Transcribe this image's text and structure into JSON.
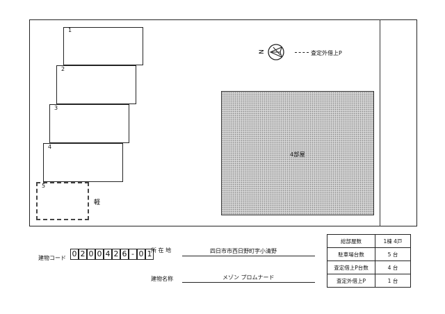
{
  "map": {
    "spaces": [
      "1",
      "2",
      "3",
      "4",
      "5"
    ],
    "light_car_label": "軽",
    "building_label": "4部屋",
    "compass_letter": "N",
    "legend_text": "査定外借上P"
  },
  "info": {
    "code_label": "建物コード",
    "code_digits": [
      "0",
      "2",
      "0",
      "0",
      "4",
      "2",
      "6",
      "-",
      "0",
      "1"
    ],
    "address_label": "所 在 地",
    "address_value": "四日市市西日野町字小清野",
    "name_label": "建物名称",
    "name_value": "メゾン プロムナード"
  },
  "summary": [
    {
      "label": "総部屋数",
      "value": "1棟 4戸"
    },
    {
      "label": "駐車場台数",
      "value": "5 台"
    },
    {
      "label": "査定借上P台数",
      "value": "4 台"
    },
    {
      "label": "査定外借上P",
      "value": "1 台"
    }
  ],
  "colors": {
    "line": "#222222",
    "building_fill": "#d4d4d4"
  }
}
